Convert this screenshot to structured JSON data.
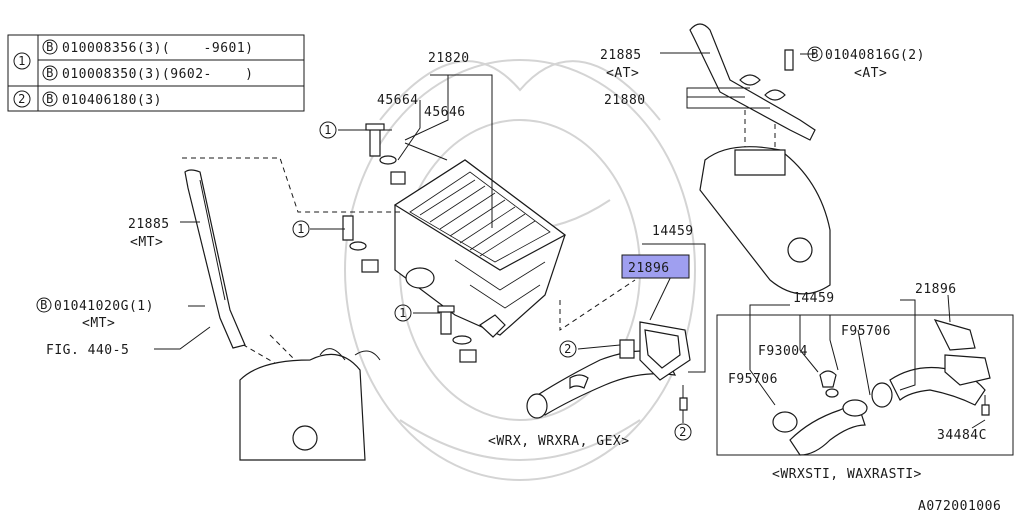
{
  "legend": {
    "rows": [
      {
        "key": "1",
        "badge": "B",
        "text": "010008356(3)(    -9601)"
      },
      {
        "key": "",
        "badge": "B",
        "text": "010008350(3)(9602-    )"
      },
      {
        "key": "2",
        "badge": "B",
        "text": "010406180(3)"
      }
    ]
  },
  "labels": {
    "p21820": "21820",
    "p45664": "45664",
    "p45646": "45646",
    "p21885_at": "21885",
    "at_1": "<AT>",
    "bolt_b_at": "01040816G(2)",
    "at_2": "<AT>",
    "p21880": "21880",
    "p21885_mt": "21885",
    "mt_1": "<MT>",
    "bolt_b_mt": "01041020G(1)",
    "mt_2": "<MT>",
    "fig": "FIG. 440-5",
    "p14459_a": "14459",
    "p21896_a": "21896",
    "p14459_b": "14459",
    "p21896_b": "21896",
    "f93004": "F93004",
    "f95706_a": "F95706",
    "f95706_b": "F95706",
    "p34484c": "34484C",
    "variant_a": "<WRX, WRXRA, GEX>",
    "variant_b": "<WRXSTI, WAXRASTI>",
    "drawing_no": "A072001006",
    "c1": "1",
    "c2": "1",
    "c3": "1",
    "c4": "2",
    "c5": "2",
    "b1": "B",
    "b2": "B"
  },
  "highlight_color": "#9f9ff0"
}
